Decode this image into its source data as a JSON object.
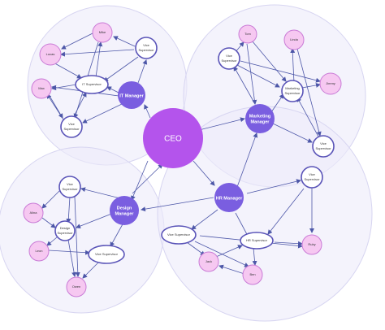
{
  "colors": {
    "ceo": "#b454ec",
    "manager": "#7a5ee0",
    "supervisor_border": "#5a54b8",
    "employee_fill": "#f6c8f1",
    "edge": "#4d57a8",
    "cluster_fill": "#ecebfa"
  },
  "nodes": {
    "ceo": "CEO",
    "it_manager": "IT Manager",
    "marketing_manager": [
      "Marketing",
      "Manager"
    ],
    "hr_manager": "HR Manager",
    "design_manager": [
      "Design",
      "Manager"
    ],
    "it_supervisor_right": [
      "Vice",
      "Supervisor"
    ],
    "it_supervisor_mid": "IT Supervisor",
    "it_supervisor_low": [
      "Vice",
      "Supervisor"
    ],
    "mkt_supervisor_top": [
      "Vice",
      "Supervisor"
    ],
    "mkt_supervisor_mid": [
      "Marketing",
      "Supervisor"
    ],
    "mkt_supervisor_low": [
      "Vice",
      "Supervisor"
    ],
    "design_supervisor_top": [
      "Vice",
      "Supervisor"
    ],
    "design_supervisor_mid": [
      "Design",
      "Supervisor"
    ],
    "design_supervisor_low": "Vice Supervisor",
    "hr_supervisor_right": [
      "Vice",
      "Supervisor"
    ],
    "hr_supervisor_left": "Vice Supervisor",
    "hr_supervisor_mid": "HR Supervisor",
    "emp_mike": "Mike",
    "emp_lucas": "Lucas",
    "emp_max": "Max",
    "emp_tom": "Tom",
    "emp_linda": "Linda",
    "emp_jimmy": "Jimmy",
    "emp_alina": "Alina",
    "emp_leon": "Leon",
    "emp_owen": "Owen",
    "emp_jack": "Jack",
    "emp_ben": "Ben",
    "emp_ruby": "Ruby"
  }
}
